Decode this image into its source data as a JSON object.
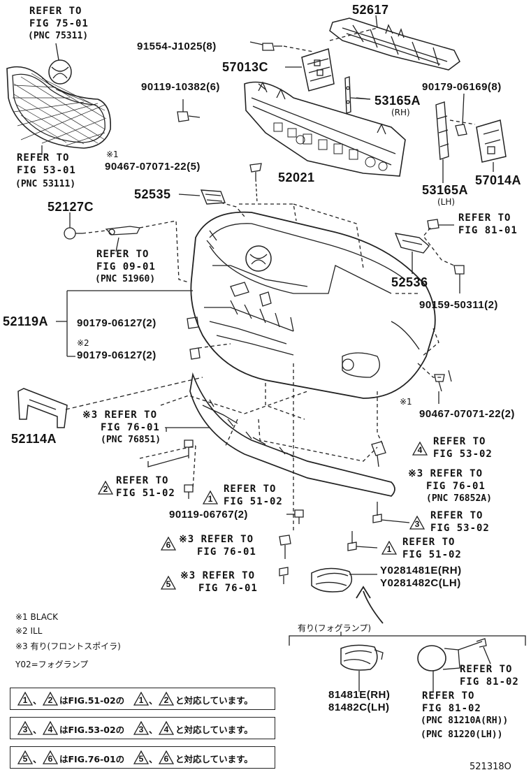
{
  "parts": {
    "p52617": "52617",
    "p91554": "91554-J1025(8)",
    "p57013c": "57013C",
    "p90119_10382": "90119-10382(6)",
    "p53165a_rh": "53165A",
    "rh": "(RH)",
    "p90179_06169": "90179-06169(8)",
    "p90467_top": "90467-07071-22(5)",
    "p52021": "52021",
    "p53165a_lh": "53165A",
    "lh": "(LH)",
    "p57014a": "57014A",
    "p52535": "52535",
    "p52127c": "52127C",
    "p52536": "52536",
    "p90159": "90159-50311(2)",
    "p52119a": "52119A",
    "p90179_06127_a": "90179-06127(2)",
    "p90179_06127_b": "90179-06127(2)",
    "p52114a": "52114A",
    "p90467_bot": "90467-07071-22(2)",
    "p90119_06767": "90119-06767(2)",
    "y02_rh": "Y0281481E(RH)",
    "y02_lh": "Y0281482C(LH)",
    "p81481e": "81481E(RH)",
    "p81482c": "81482C(LH)"
  },
  "refs": {
    "fig7501": {
      "a": "REFER TO",
      "b": "FIG 75-01",
      "c": "(PNC 75311)"
    },
    "fig5301": {
      "a": "REFER TO",
      "b": "FIG 53-01",
      "c": "(PNC 53111)"
    },
    "fig0901": {
      "a": "REFER TO",
      "b": "FIG 09-01",
      "c": "(PNC 51960)"
    },
    "fig8101": {
      "a": "REFER TO",
      "b": "FIG 81-01"
    },
    "fig7601a": {
      "a": "※3 REFER TO",
      "b": "FIG 76-01",
      "c": "(PNC 76851)"
    },
    "fig5302a": {
      "a": "REFER TO",
      "b": "FIG 53-02"
    },
    "fig5102a": {
      "a": "REFER TO",
      "b": "FIG 51-02"
    },
    "fig5102b": {
      "a": "REFER TO",
      "b": "FIG 51-02"
    },
    "fig7601b": {
      "a": "※3 REFER TO",
      "b": "FIG 76-01",
      "c": "(PNC 76852A)"
    },
    "fig5302b": {
      "a": "REFER TO",
      "b": "FIG 53-02"
    },
    "fig7601c": {
      "a": "※3 REFER TO",
      "b": "FIG 76-01"
    },
    "fig5102c": {
      "a": "REFER TO",
      "b": "FIG 51-02"
    },
    "fig7601d": {
      "a": "※3 REFER TO",
      "b": "FIG 76-01"
    },
    "fig8102a": {
      "a": "REFER TO",
      "b": "FIG 81-02"
    },
    "fig8102b": {
      "a": "REFER TO",
      "b": "FIG 81-02",
      "c": "(PNC 81210A(RH))",
      "d": "(PNC 81220(LH))"
    }
  },
  "marks": {
    "m1_top": "※1",
    "m1_bot": "※1",
    "m2": "※2"
  },
  "triangles": {
    "t1": "1",
    "t2": "2",
    "t3": "3",
    "t4": "4",
    "t5": "5",
    "t6": "6"
  },
  "legend": {
    "l1": "※1 BLACK",
    "l2": "※2 ILL",
    "l3": "※3 有り(フロントスポイラ)",
    "l4": "Y02=フォグランプ",
    "fog_header": "有り(フォグランプ)"
  },
  "notes": {
    "n1": {
      "pre": "、",
      "mid": "はFIG.51-02の",
      "mid2": "、",
      "post": "と対応しています。"
    },
    "n2": {
      "pre": "、",
      "mid": "はFIG.53-02の",
      "mid2": "、",
      "post": "と対応しています。"
    },
    "n3": {
      "pre": "、",
      "mid": "はFIG.76-01の",
      "mid2": "、",
      "post": "と対応しています。"
    }
  },
  "figure_id": "521318O"
}
